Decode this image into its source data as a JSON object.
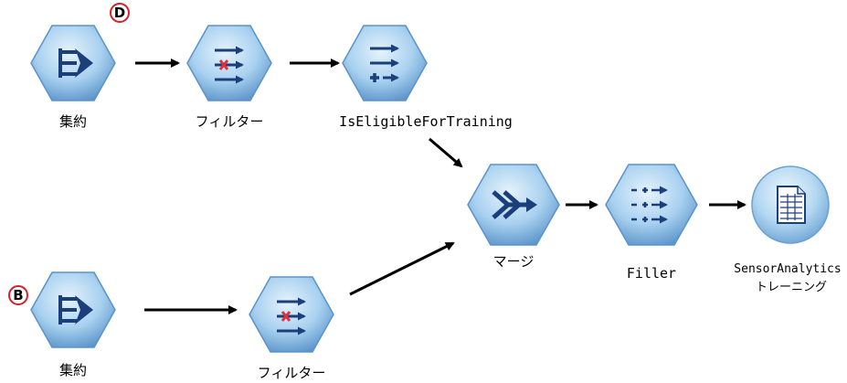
{
  "nodes": {
    "aggregate_top": {
      "label": "集約",
      "badge": "D",
      "icon": "aggregate-icon"
    },
    "filter_top": {
      "label": "フィルター",
      "icon": "filter-icon"
    },
    "derive_iseligible": {
      "label": "IsEligibleForTraining",
      "icon": "derive-icon"
    },
    "merge": {
      "label": "マージ",
      "icon": "merge-icon"
    },
    "filler": {
      "label": "Filler",
      "icon": "filler-icon"
    },
    "table_output": {
      "label_line1": "SensorAnalytics",
      "label_line2": "トレーニング",
      "icon": "table-icon"
    },
    "aggregate_bottom": {
      "label": "集約",
      "badge": "B",
      "icon": "aggregate-icon"
    },
    "filter_bottom": {
      "label": "フィルター",
      "icon": "filter-icon"
    }
  },
  "colors": {
    "node_fill": "#9cc8ea",
    "node_stroke": "#5a93c9",
    "icon_dark": "#1a3f7a",
    "icon_red": "#e0303a",
    "badge_ring": "#d8202a",
    "arrow": "#000000"
  }
}
